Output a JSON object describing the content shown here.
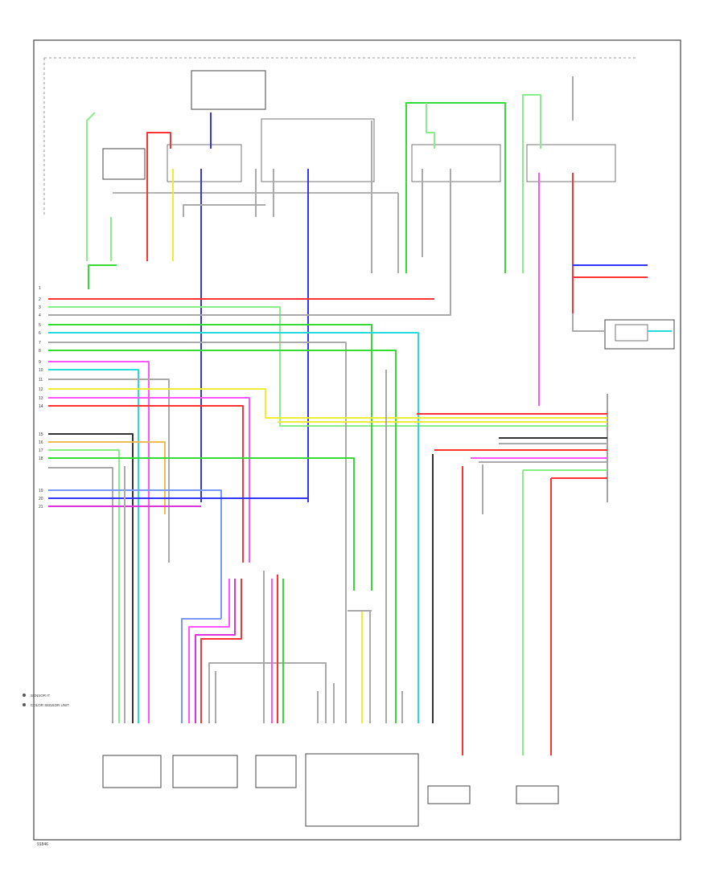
{
  "wire_colors": {
    "green": "#33dd33",
    "light_green": "#88ee88",
    "red": "#ff3333",
    "pink": "#ff55ff",
    "magenta": "#dd33dd",
    "blue": "#3333ff",
    "light_blue": "#7799ff",
    "cyan": "#22dddd",
    "yellow": "#eeee33",
    "orange": "#eebb55",
    "gray": "#aaaaaa",
    "black": "#333333",
    "white": "#dddddd"
  },
  "left_pin_numbers": [
    "1",
    "2",
    "3",
    "4",
    "5",
    "6",
    "7",
    "8",
    "9",
    "10",
    "11",
    "12",
    "13",
    "14",
    "15",
    "16",
    "17",
    "18",
    "19",
    "20",
    "21"
  ],
  "legend": {
    "item1": "SENSOR IT",
    "item2": "COLOR SENSOR UNIT"
  },
  "footer_code": "91846"
}
